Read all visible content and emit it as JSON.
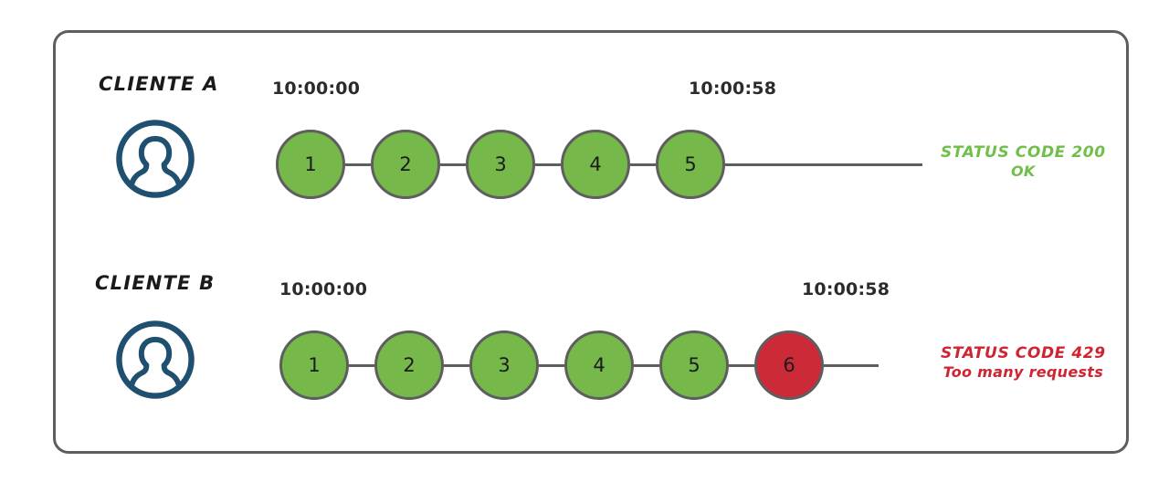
{
  "diagram": {
    "title_visible": false,
    "colors": {
      "node_ok": "#76b84a",
      "node_error": "#cc2a36",
      "node_stroke": "#5e5e5e",
      "frame_border": "#5e5e5e",
      "avatar": "#1f5070",
      "status_ok_text": "#6fbf4a",
      "status_error_text": "#d02433",
      "background": "#ffffff"
    },
    "rows": [
      {
        "id": "client-a",
        "client_label": "CLIENTE A",
        "avatar_icon": "user-avatar-icon",
        "time_start": "10:00:00",
        "time_end": "10:00:58",
        "nodes": [
          {
            "label": "1",
            "state": "ok"
          },
          {
            "label": "2",
            "state": "ok"
          },
          {
            "label": "3",
            "state": "ok"
          },
          {
            "label": "4",
            "state": "ok"
          },
          {
            "label": "5",
            "state": "ok"
          }
        ],
        "status_main": "STATUS CODE 200",
        "status_sub": "OK",
        "status_state": "ok"
      },
      {
        "id": "client-b",
        "client_label": "CLIENTE B",
        "avatar_icon": "user-avatar-icon",
        "time_start": "10:00:00",
        "time_end": "10:00:58",
        "nodes": [
          {
            "label": "1",
            "state": "ok"
          },
          {
            "label": "2",
            "state": "ok"
          },
          {
            "label": "3",
            "state": "ok"
          },
          {
            "label": "4",
            "state": "ok"
          },
          {
            "label": "5",
            "state": "ok"
          },
          {
            "label": "6",
            "state": "error"
          }
        ],
        "status_main": "STATUS CODE 429",
        "status_sub": "Too many requests",
        "status_state": "error"
      }
    ]
  }
}
